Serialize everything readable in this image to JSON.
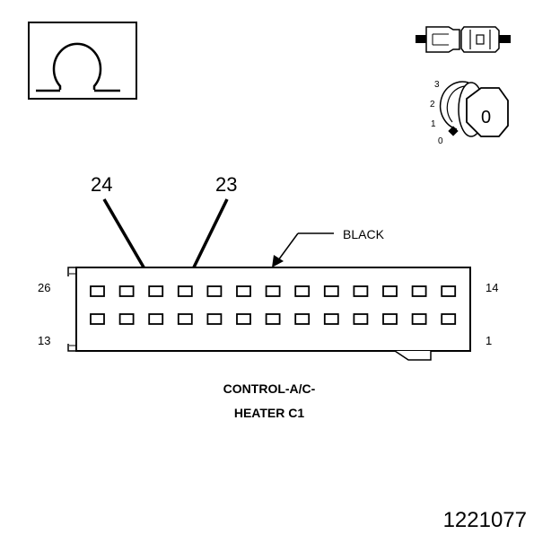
{
  "symbols": {
    "ohm_icon": "ohm-meter-icon",
    "connector_icon": "disconnected-connector-icon",
    "ignition_icon": "ignition-key-off-icon"
  },
  "ignition": {
    "positions": [
      "3",
      "2",
      "1",
      "0"
    ],
    "key_label": "0"
  },
  "callouts": {
    "left_number": "24",
    "right_number": "23",
    "color_label": "BLACK"
  },
  "connector": {
    "top_left_pin": "26",
    "bottom_left_pin": "13",
    "top_right_pin": "14",
    "bottom_right_pin": "1",
    "pins_per_row": 13,
    "rows": 2
  },
  "caption": {
    "line1": "CONTROL-A/C-",
    "line2": "HEATER C1"
  },
  "figure_id": "1221077",
  "colors": {
    "ink": "#000000",
    "background": "#ffffff"
  }
}
